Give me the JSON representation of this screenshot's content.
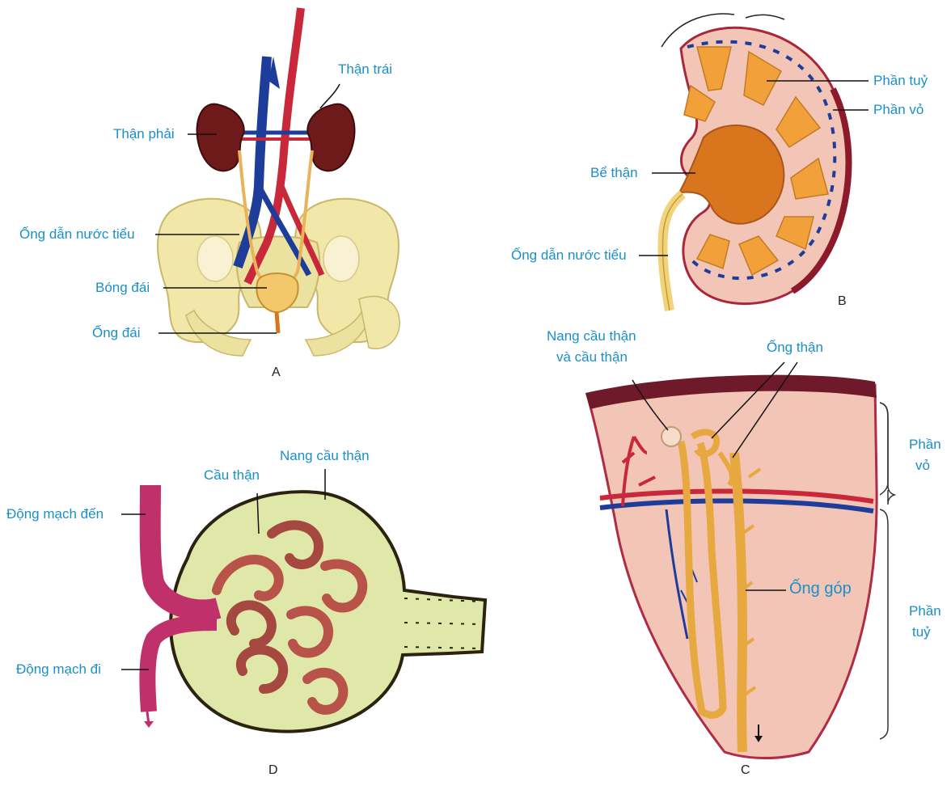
{
  "colors": {
    "label": "#1a8fc9",
    "leader": "#111111",
    "panel_letter": "#222222",
    "bone": "#f0e7a8",
    "kidney": "#6e1a1a",
    "artery": "#c8283a",
    "vein": "#1e3c9a",
    "ureter": "#e9b35c",
    "cortex": "#f3c5b6",
    "medulla_pyramid": "#f2a13a",
    "pelvis": "#d9751c",
    "capsule": "#8c1a2a",
    "tubule": "#e8a840",
    "vessel_pink": "#c0306a",
    "glomerulus": "#b8534a"
  },
  "icons": [
    "down-arrow-icon"
  ],
  "panel_A": {
    "letter": "A",
    "labels": {
      "left_kidney": "Thận trái",
      "right_kidney": "Thận phải",
      "ureter": "Ống dẫn nước tiểu",
      "bladder": "Bóng đái",
      "urethra": "Ống đái"
    }
  },
  "panel_B": {
    "letter": "B",
    "labels": {
      "medulla": "Phần tuỷ",
      "cortex": "Phần vỏ",
      "renal_pelvis": "Bể thận",
      "ureter": "Ống dẫn nước tiểu"
    }
  },
  "panel_C": {
    "letter": "C",
    "labels": {
      "capsule_line1": "Nang cầu thận",
      "capsule_line2": "và cầu thận",
      "tubule": "Ống thận",
      "cortex_line1": "Phần",
      "cortex_line2": "vỏ",
      "collecting_duct": "Ống góp",
      "medulla_line1": "Phần",
      "medulla_line2": "tuỷ"
    }
  },
  "panel_D": {
    "letter": "D",
    "labels": {
      "capsule": "Nang cầu thận",
      "glomerulus": "Cầu thận",
      "afferent": "Động mạch đến",
      "efferent": "Động mạch đi"
    }
  }
}
